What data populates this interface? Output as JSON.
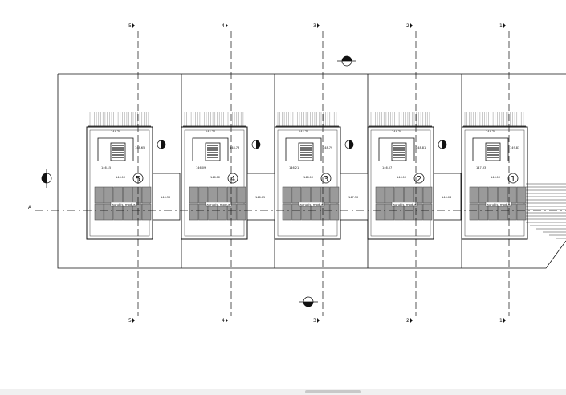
{
  "grid_labels": [
    "5",
    "4",
    "3",
    "2",
    "1"
  ],
  "row_label_left": "A",
  "units": [
    {
      "number": "5",
      "panel_label": "aurubis. modus",
      "elev_a": "146.15",
      "elev_b": "146.12",
      "elev_top": "144.70",
      "elev_side": "148.65"
    },
    {
      "number": "4",
      "panel_label": "aurubis. modus",
      "elev_a": "146.09",
      "elev_b": "146.12",
      "elev_top": "144.70",
      "elev_side": "148.73"
    },
    {
      "number": "3",
      "panel_label": "aurubis. modus",
      "elev_a": "146.21",
      "elev_b": "146.12",
      "elev_top": "144.70",
      "elev_side": "148.79"
    },
    {
      "number": "2",
      "panel_label": "aurubis. modus",
      "elev_a": "146.07",
      "elev_b": "146.12",
      "elev_top": "144.70",
      "elev_side": "148.81"
    },
    {
      "number": "1",
      "panel_label": "aurubis. modus",
      "elev_a": "147.33",
      "elev_b": "146.12",
      "elev_top": "144.70",
      "elev_side": "149.83"
    }
  ],
  "gap_labels": [
    "146.30",
    "146.05",
    "147.30",
    "146.08"
  ],
  "colors": {
    "line": "#111111",
    "panel": "#9a9a9a",
    "panel_dark": "#555555",
    "background": "#ffffff"
  }
}
